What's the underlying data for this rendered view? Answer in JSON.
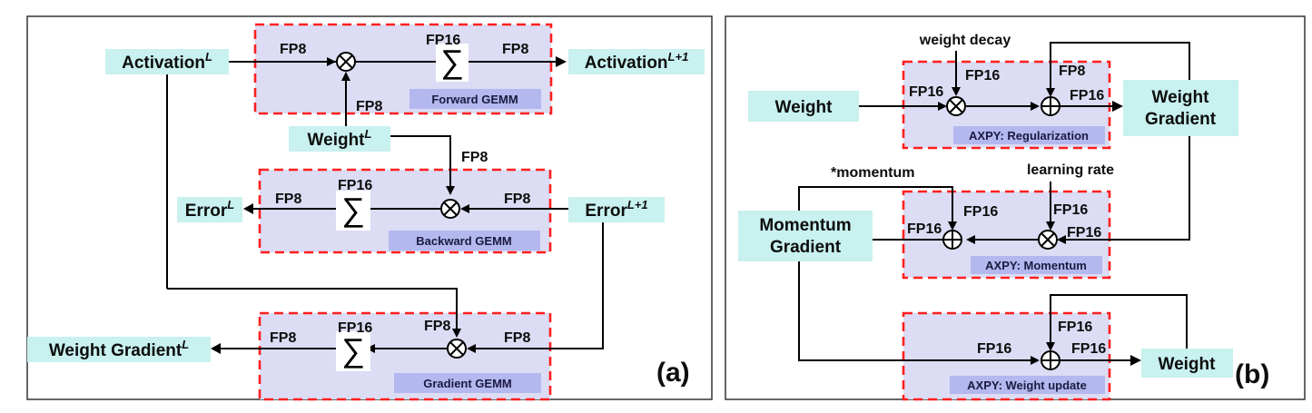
{
  "panel_a": {
    "label": "(a)",
    "forward_gemm": "Forward GEMM",
    "backward_gemm": "Backward GEMM",
    "gradient_gemm": "Gradient GEMM",
    "activation": "Activation",
    "activation_sup": "L",
    "activation_next": "Activation",
    "activation_next_sup": "L+1",
    "weight": "Weight",
    "weight_sup": "L",
    "error": "Error",
    "error_sup": "L",
    "error_next": "Error",
    "error_next_sup": "L+1",
    "weight_gradient": "Weight Gradient",
    "weight_gradient_sup": "L",
    "fp8": "FP8",
    "fp16": "FP16",
    "sum_symbol": "∑"
  },
  "panel_b": {
    "label": "(b)",
    "axpy_regularization": "AXPY: Regularization",
    "axpy_momentum": "AXPY: Momentum",
    "axpy_weight_update": "AXPY: Weight update",
    "weight": "Weight",
    "weight_gradient_line1": "Weight",
    "weight_gradient_line2": "Gradient",
    "momentum_gradient_line1": "Momentum",
    "momentum_gradient_line2": "Gradient",
    "weight_out": "Weight",
    "weight_decay": "weight decay",
    "momentum_in": "*momentum",
    "learning_rate": "learning rate",
    "fp8": "FP8",
    "fp16": "FP16"
  },
  "colors": {
    "block_fill": "#dcdcf4",
    "block_border": "#ff1f1f",
    "tag_fill": "#b3b8ee",
    "node_fill": "#c8f1ef"
  }
}
